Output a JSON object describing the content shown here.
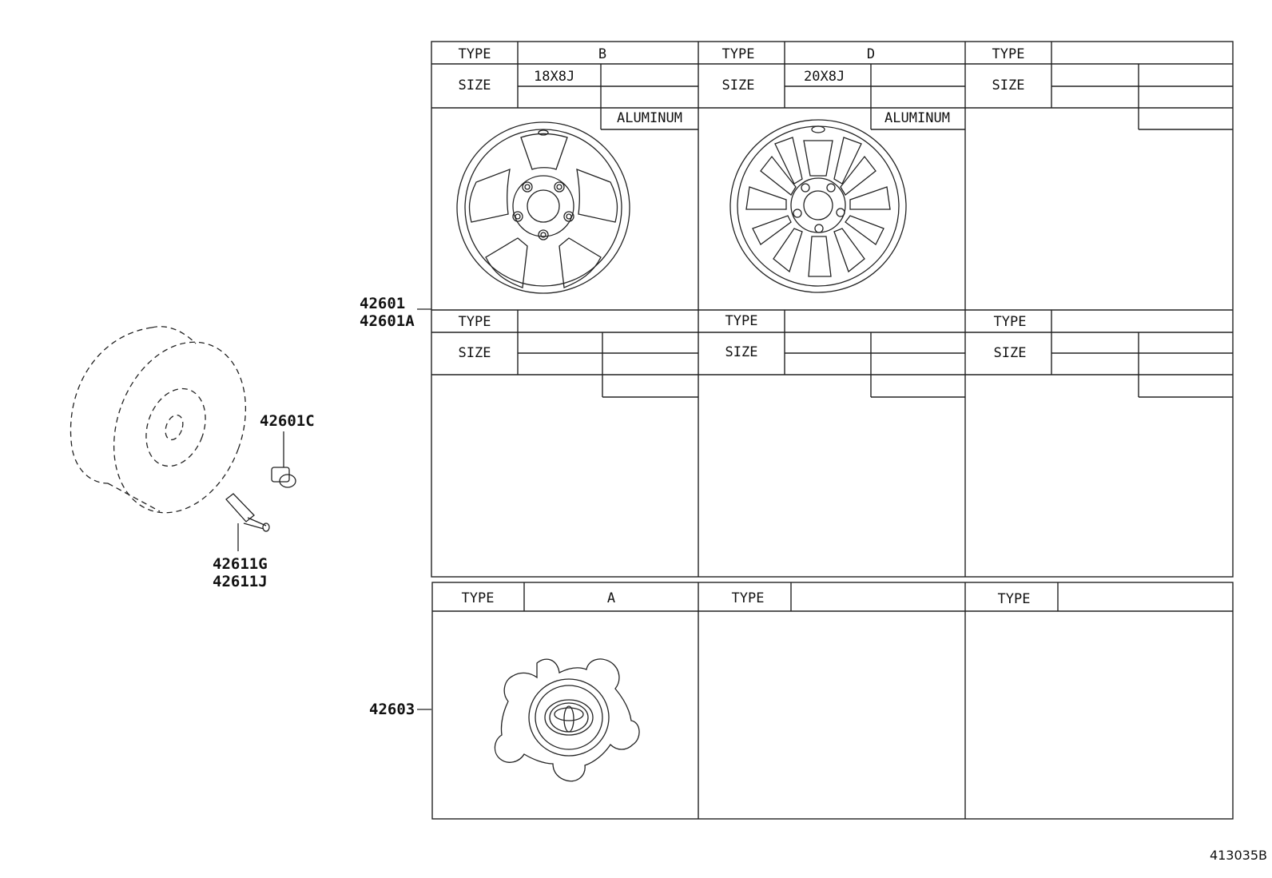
{
  "labels": {
    "wheel": "42601",
    "wheel_alt": "42601A",
    "nut": "42601C",
    "valve": "42611G",
    "valve_alt": "42611J",
    "cap": "42603",
    "diagram_id": "413035B"
  },
  "table": {
    "type_label": "TYPE",
    "size_label": "SIZE",
    "wheels_row1": [
      {
        "type": "B",
        "size": "18X8J",
        "material": "ALUMINUM"
      },
      {
        "type": "D",
        "size": "20X8J",
        "material": "ALUMINUM"
      },
      {
        "type": "",
        "size": "",
        "material": ""
      }
    ],
    "wheels_row2": [
      {
        "type": "",
        "size": ""
      },
      {
        "type": "",
        "size": ""
      },
      {
        "type": "",
        "size": ""
      }
    ],
    "caps": [
      {
        "type": "A"
      },
      {
        "type": ""
      },
      {
        "type": ""
      }
    ]
  },
  "icons": [
    "wheel-b-icon",
    "wheel-d-icon",
    "center-cap-icon",
    "tire-icon",
    "lug-nut-icon",
    "valve-stem-icon"
  ]
}
